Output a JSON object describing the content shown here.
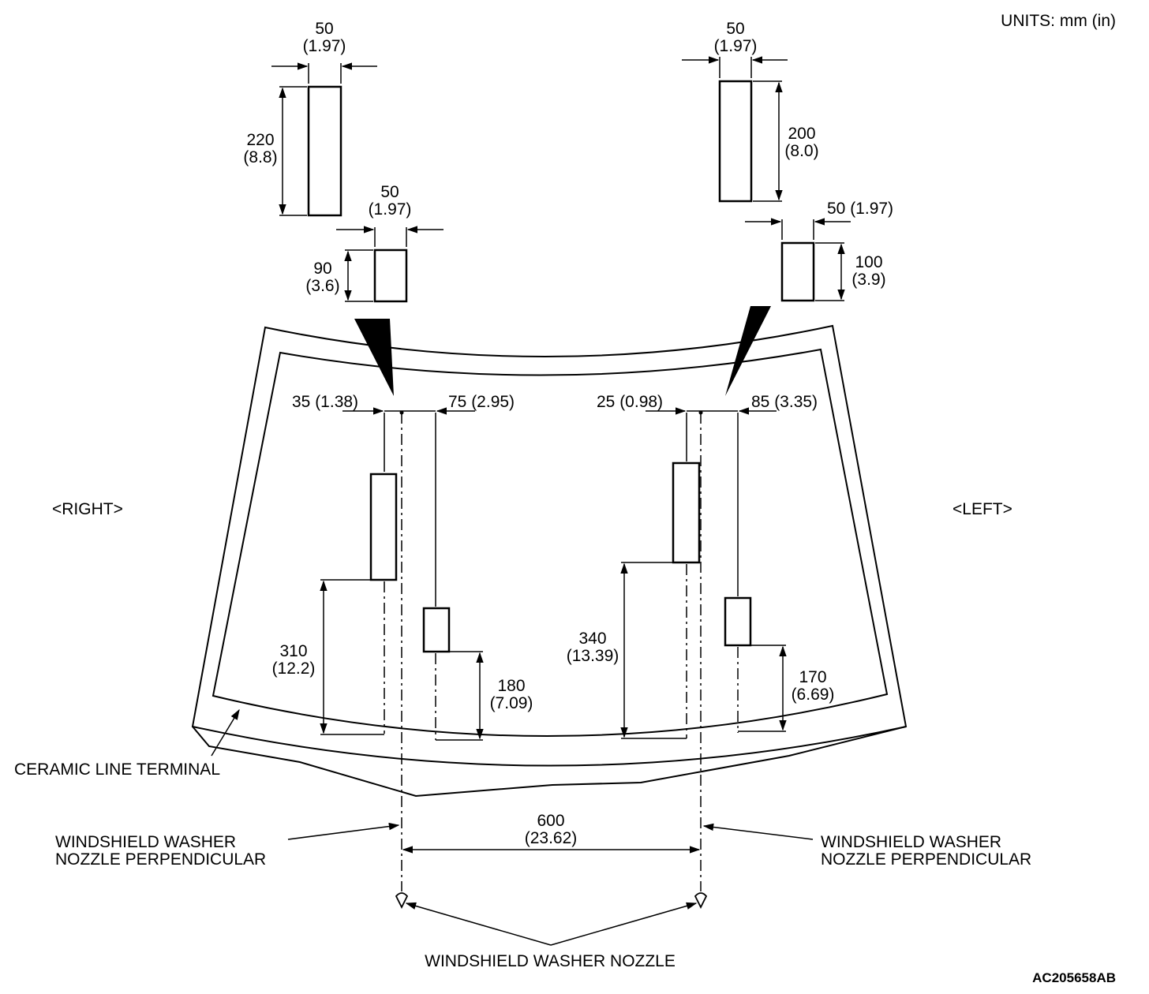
{
  "units_label": "UNITS: mm (in)",
  "figure_id": "AC205658AB",
  "side_labels": {
    "right": "<RIGHT>",
    "left": "<LEFT>"
  },
  "callouts": {
    "ceramic_line": "CERAMIC LINE TERMINAL",
    "perpendicular_line1": "WINDSHIELD WASHER",
    "perpendicular_line2": "NOZZLE PERPENDICULAR",
    "nozzle": "WINDSHIELD WASHER NOZZLE"
  },
  "right_patterns": {
    "large_width": {
      "mm": "50",
      "in": "(1.97)"
    },
    "large_height": {
      "mm": "220",
      "in": "(8.8)"
    },
    "small_width": {
      "mm": "50",
      "in": "(1.97)"
    },
    "small_height": {
      "mm": "90",
      "in": "(3.6)"
    }
  },
  "left_patterns": {
    "large_width": {
      "mm": "50",
      "in": "(1.97)"
    },
    "large_height": {
      "mm": "200",
      "in": "(8.0)"
    },
    "small_width": "50 (1.97)",
    "small_height": {
      "mm": "100",
      "in": "(3.9)"
    }
  },
  "windshield_dims": {
    "right_inner_offset": "35 (1.38)",
    "right_outer_offset": "75 (2.95)",
    "left_inner_offset": "25 (0.98)",
    "left_outer_offset": "85 (3.35)",
    "right_large_from_bottom": {
      "mm": "310",
      "in": "(12.2)"
    },
    "right_small_from_bottom": {
      "mm": "180",
      "in": "(7.09)"
    },
    "left_large_from_bottom": {
      "mm": "340",
      "in": "(13.39)"
    },
    "left_small_from_bottom": {
      "mm": "170",
      "in": "(6.69)"
    },
    "nozzle_spacing": {
      "mm": "600",
      "in": "(23.62)"
    }
  }
}
